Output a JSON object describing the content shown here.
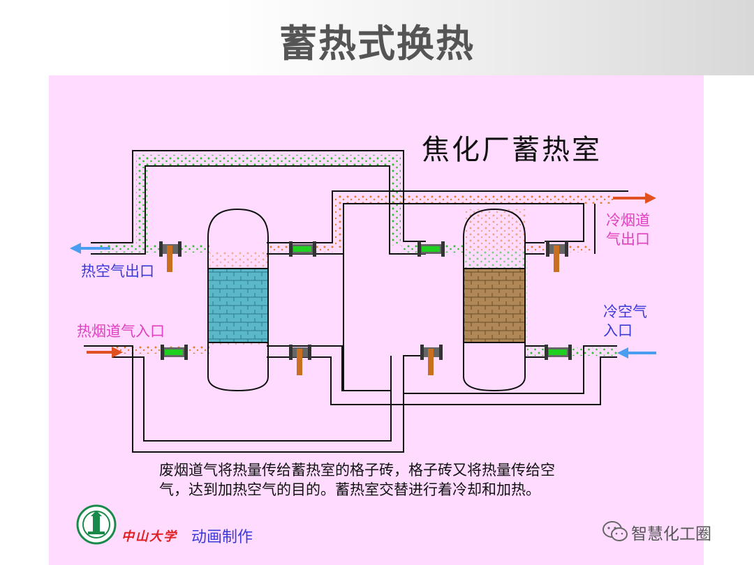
{
  "slide_title": "蓄热式换热",
  "diagram_title": "焦化厂蓄热室",
  "labels": {
    "cold_flue_gas_out_line1": "冷烟道",
    "cold_flue_gas_out_line2": "气出口",
    "hot_air_out": "热空气出口",
    "hot_flue_gas_in": "热烟道气入口",
    "cold_air_in_line1": "冷空气",
    "cold_air_in_line2": "入口"
  },
  "caption": {
    "line1": "废烟道气将热量传给蓄热室的格子砖，格子砖又将热量传给空",
    "line2": "气，达到加热空气的目的。蓄热室交替进行着冷却和加热。"
  },
  "credit": {
    "school_logo_text": "中山大学",
    "made_by": "动画制作"
  },
  "watermark": "智慧化工圈",
  "colors": {
    "background": "#ffdcff",
    "hot_air_arrow": "#4a9df0",
    "flue_gas_arrow": "#e05020",
    "checker_cold": "#5ab8c8",
    "checker_hot": "#b08858",
    "valve_open": "#20d020",
    "valve_closed": "#c87020",
    "air_particle": "#30c030",
    "gas_particle": "#e08030"
  },
  "icons": [
    "arrow-left-icon",
    "arrow-right-icon",
    "valve-icon",
    "university-logo-icon",
    "wechat-icon"
  ]
}
